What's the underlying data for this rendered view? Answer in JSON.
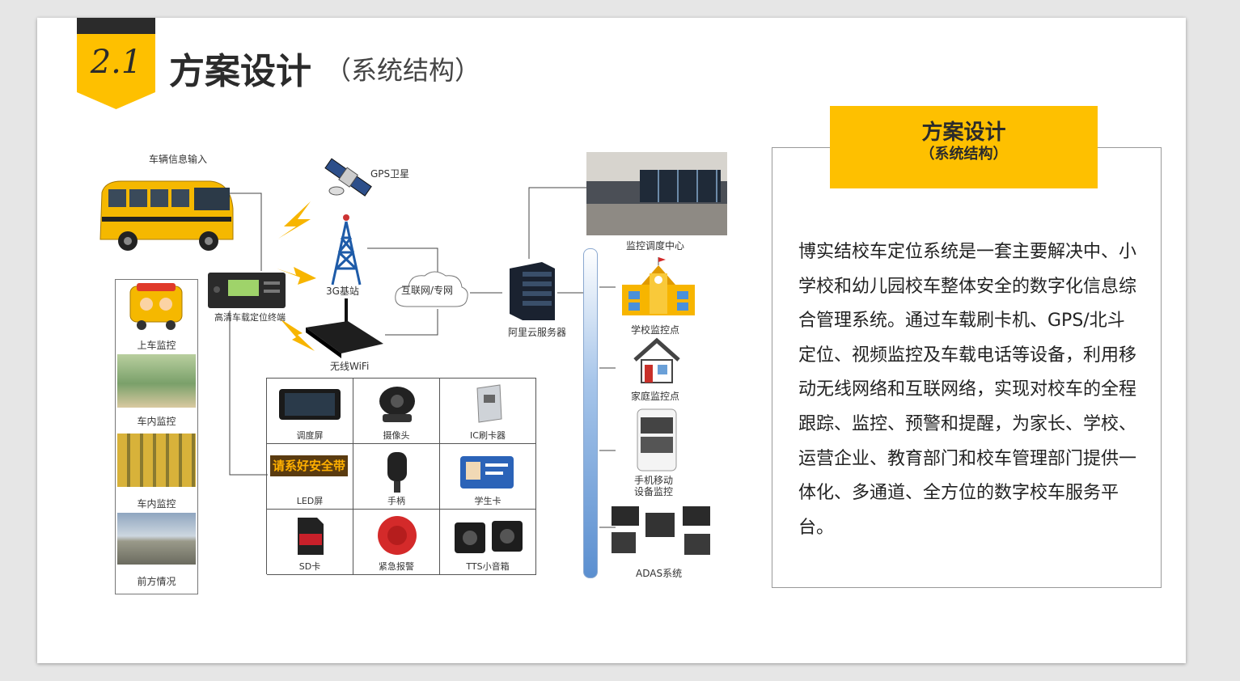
{
  "header": {
    "number": "2.1",
    "title": "方案设计",
    "subtitle": "（系统结构）"
  },
  "diagram": {
    "vehicle_info_input": "车辆信息输入",
    "gps_satellite": "GPS卫星",
    "base_station": "3G基站",
    "wifi": "无线WiFi",
    "internet": "互联网/专网",
    "terminal": "高清车载定位终端",
    "cloud_server": "阿里云服务器",
    "left_panel": [
      "上车监控",
      "车内监控",
      "车内监控",
      "前方情况"
    ],
    "devices": [
      "调度屏",
      "摄像头",
      "IC刷卡器",
      "LED屏",
      "手柄",
      "学生卡",
      "SD卡",
      "紧急报警",
      "TTS小音箱"
    ],
    "led_text": "请系好安全带",
    "right_clients": [
      "监控调度中心",
      "学校监控点",
      "家庭监控点",
      "手机移动\n设备监控",
      "ADAS系统"
    ]
  },
  "info_box": {
    "title": "方案设计",
    "subtitle": "（系统结构）",
    "body": "博实结校车定位系统是一套主要解决中、小学校和幼儿园校车整体安全的数字化信息综合管理系统。通过车载刷卡机、GPS/北斗定位、视频监控及车载电话等设备，利用移动无线网络和互联网络，实现对校车的全程跟踪、监控、预警和提醒，为家长、学校、运营企业、教育部门和校车管理部门提供一体化、多通道、全方位的数字校车服务平台。"
  },
  "colors": {
    "accent": "#fec000",
    "dark": "#2b2b2b",
    "bar_blue": "#5b8fd0"
  }
}
